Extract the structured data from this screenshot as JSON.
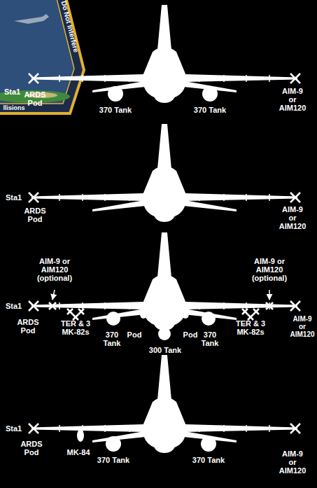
{
  "diagram": {
    "labels": [
      "Do Not Interfere",
      "Sta1",
      "llisions",
      "ARDS Pod",
      "370 Tank",
      "370 Tank",
      "AIM-9 or AIM120",
      "Sta1",
      "ARDS Pod",
      "AIM-9 or AIM120",
      "AIM-9 or AIM120 (optional)",
      "AIM-9 or AIM120 (optional)",
      "Sta1",
      "ARDS Pod",
      "TER & 3 MK-82s",
      "370 Tank",
      "Pod",
      "Pod",
      "370 Tank",
      "TER & 3 MK-82s",
      "AIM-9 or AIM120",
      "300 Tank",
      "Sta1",
      "ARDS Pod",
      "MK-84",
      "370 Tank",
      "370 Tank",
      "AIM-9 or AIM120"
    ]
  }
}
